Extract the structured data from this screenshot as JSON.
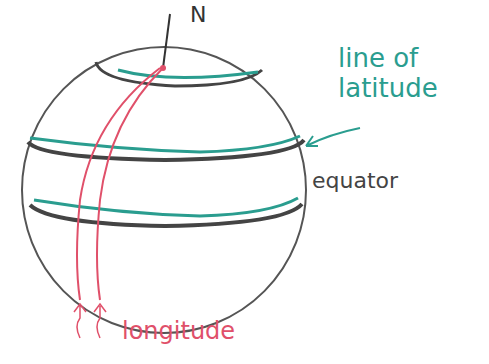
{
  "diagram": {
    "labels": [
      "N",
      "line of latitude",
      "equator",
      "longitude"
    ]
  }
}
